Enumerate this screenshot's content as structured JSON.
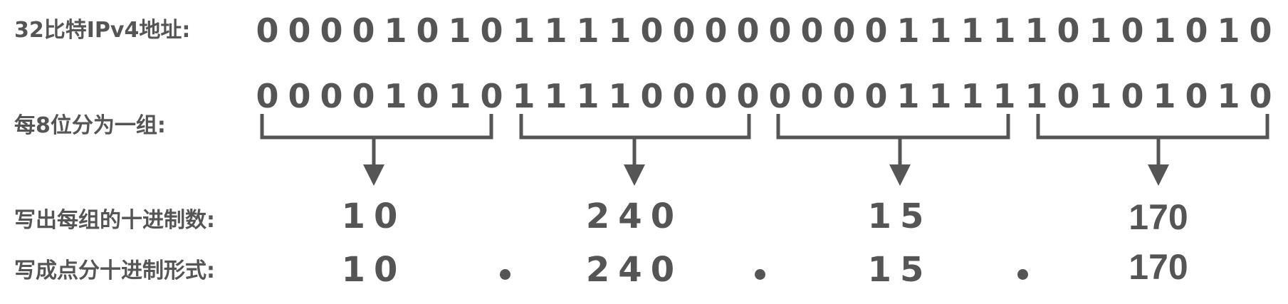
{
  "labels": {
    "ipv4": "32比特IPv4地址:",
    "group": "每8位分为一组:",
    "decimal": "写出每组的十进制数:",
    "dotted": "写成点分十进制形式:"
  },
  "bit_groups": [
    [
      "0",
      "0",
      "0",
      "0",
      "1",
      "0",
      "1",
      "0"
    ],
    [
      "1",
      "1",
      "1",
      "1",
      "0",
      "0",
      "0",
      "0"
    ],
    [
      "0",
      "0",
      "0",
      "0",
      "1",
      "1",
      "1",
      "1"
    ],
    [
      "1",
      "0",
      "1",
      "0",
      "1",
      "0",
      "1",
      "0"
    ]
  ],
  "decimals": [
    "10",
    "240",
    "15",
    "170"
  ],
  "dotted": [
    "10",
    "240",
    "15",
    "170"
  ],
  "colors": {
    "ink": "#555555",
    "background": "#ffffff"
  }
}
